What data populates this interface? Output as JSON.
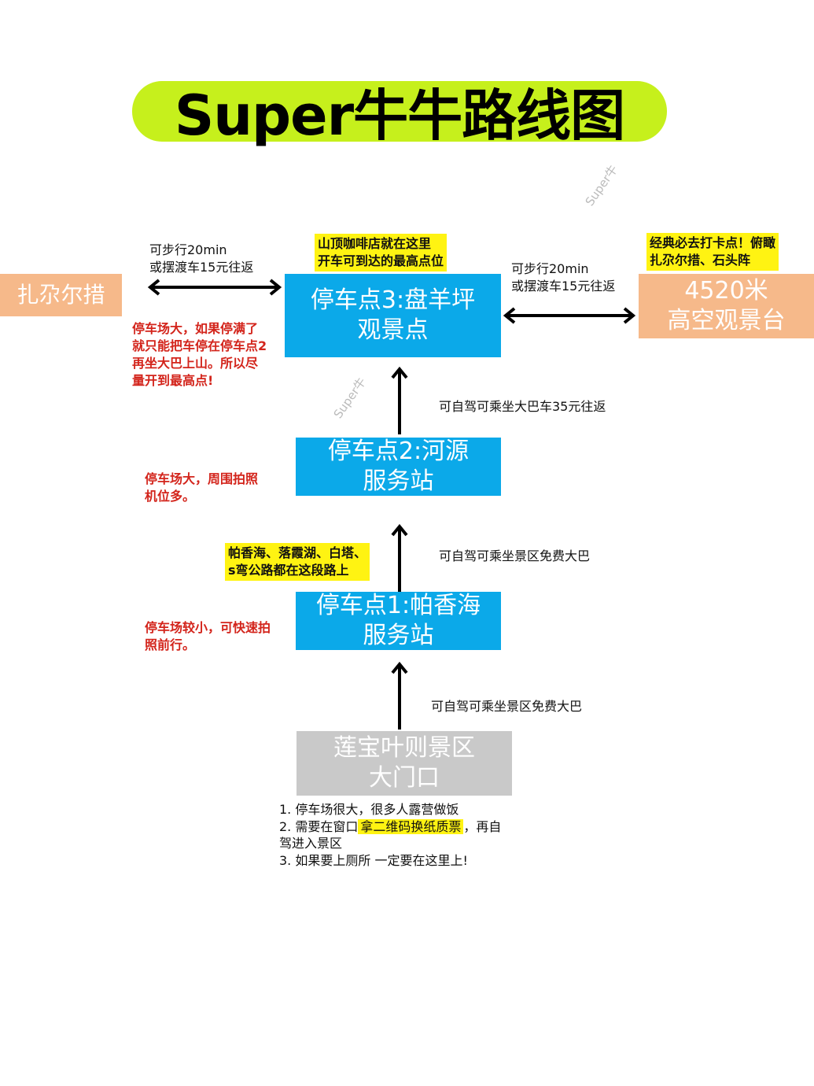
{
  "title": "Super牛牛路线图",
  "watermark": "Super牛",
  "nodes": {
    "zhaga": "扎尕尔措",
    "stop3": [
      "停车点3:盘羊坪",
      "观景点"
    ],
    "platform": [
      "4520米",
      "高空观景台"
    ],
    "stop2": [
      "停车点2:河源",
      "服务站"
    ],
    "stop1": [
      "停车点1:帕香海",
      "服务站"
    ],
    "gate": [
      "莲宝叶则景区",
      "大门口"
    ]
  },
  "edges": {
    "left": [
      "可步行20min",
      "或摆渡车15元往返"
    ],
    "right": [
      "可步行20min",
      "或摆渡车15元往返"
    ],
    "stop2_to_stop3": "可自驾可乘坐大巴车35元往返",
    "stop1_to_stop2": "可自驾可乘坐景区免费大巴",
    "gate_to_stop1": "可自驾可乘坐景区免费大巴"
  },
  "highlights": {
    "stop3": [
      "山顶咖啡店就在这里",
      "开车可到达的最高点位"
    ],
    "platform": [
      "经典必去打卡点！俯瞰",
      "扎尕尔措、石头阵"
    ],
    "road": [
      "帕香海、落霞湖、白塔、",
      "s弯公路都在这段路上"
    ]
  },
  "red_notes": {
    "stop3": [
      "停车场大，如果停满了",
      "就只能把车停在停车点2",
      "再坐大巴上山。所以尽",
      "量开到最高点!"
    ],
    "stop2": [
      "停车场大，周围拍照",
      "机位多。"
    ],
    "stop1": [
      "停车场较小，可快速拍",
      "照前行。"
    ]
  },
  "gate_notes": {
    "line1": "1. 停车场很大，很多人露营做饭",
    "line2_pre": "2. 需要在窗口",
    "line2_hl": "拿二维码换纸质票",
    "line2_post": "，再自",
    "line2_cont": "驾进入景区",
    "line3": "3. 如果要上厕所 一定要在这里上!"
  },
  "colors": {
    "title_bg": "#c6f01c",
    "blue": "#0ba9e9",
    "orange": "#f6b98a",
    "gray": "#c9c9c9",
    "red": "#d3241b",
    "highlight": "#fff312"
  }
}
